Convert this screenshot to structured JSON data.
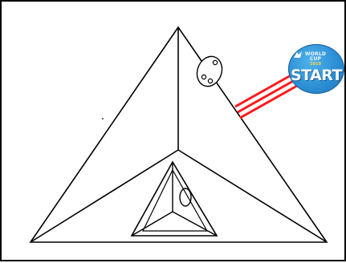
{
  "game": {
    "start_button": {
      "tag_text": "WORLD CUP",
      "year_text": "2019",
      "label": "START"
    },
    "colors": {
      "ink": "#000000",
      "rail": "#ff1a1a",
      "badge_blue": "#2c8fd4",
      "badge_text": "#ffffff"
    },
    "icons": [
      "potato-shape-icon",
      "cheese-hole-icon",
      "start-badge-icon"
    ]
  }
}
